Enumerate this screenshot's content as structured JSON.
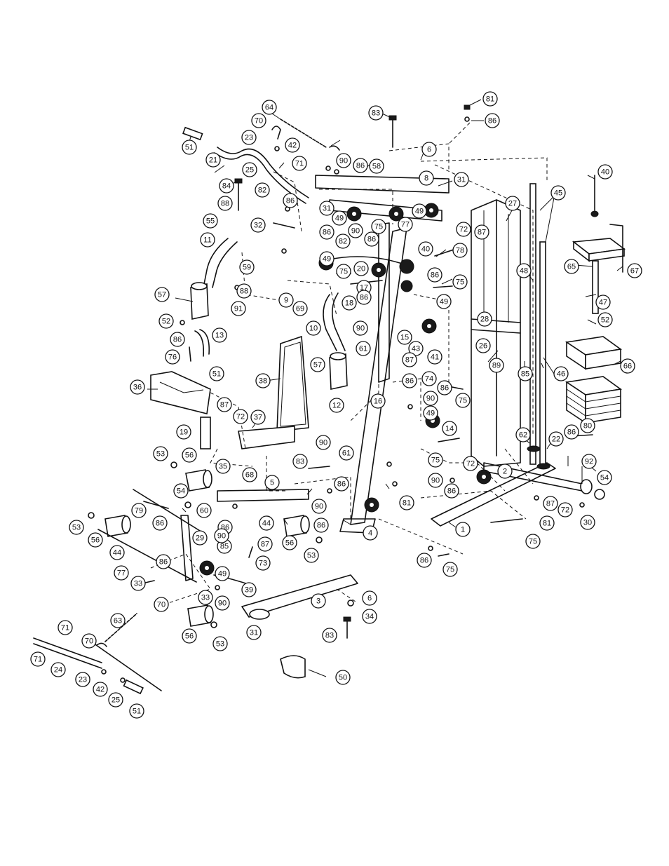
{
  "diagram": {
    "labels": [
      "81",
      "86",
      "83",
      "6",
      "70",
      "64",
      "23",
      "42",
      "21",
      "25",
      "71",
      "51",
      "90",
      "86",
      "58",
      "8",
      "31",
      "84",
      "82",
      "86",
      "31",
      "49",
      "49",
      "32",
      "88",
      "75",
      "77",
      "72",
      "87",
      "27",
      "45",
      "40",
      "55",
      "86",
      "90",
      "11",
      "86",
      "82",
      "49",
      "40",
      "78",
      "59",
      "75",
      "20",
      "86",
      "65",
      "67",
      "48",
      "17",
      "75",
      "88",
      "9",
      "69",
      "18",
      "86",
      "57",
      "91",
      "90",
      "49",
      "47",
      "52",
      "10",
      "28",
      "26",
      "52",
      "15",
      "86",
      "13",
      "43",
      "41",
      "61",
      "89",
      "85",
      "46",
      "66",
      "76",
      "57",
      "87",
      "51",
      "36",
      "38",
      "74",
      "75",
      "86",
      "86",
      "12",
      "90",
      "16",
      "87",
      "72",
      "37",
      "19",
      "90",
      "49",
      "14",
      "61",
      "83",
      "80",
      "86",
      "62",
      "22",
      "75",
      "72",
      "53",
      "56",
      "35",
      "68",
      "5",
      "2",
      "92",
      "90",
      "86",
      "54",
      "54",
      "86",
      "81",
      "60",
      "79",
      "86",
      "86",
      "90",
      "86",
      "87",
      "72",
      "30",
      "53",
      "1",
      "81",
      "75",
      "56",
      "44",
      "4",
      "86",
      "29",
      "85",
      "90",
      "56",
      "87",
      "73",
      "53",
      "75",
      "86",
      "44",
      "77",
      "33",
      "49",
      "39",
      "33",
      "90",
      "3",
      "6",
      "34",
      "70",
      "31",
      "63",
      "23",
      "71",
      "56",
      "53",
      "83",
      "70",
      "71",
      "24",
      "23",
      "42",
      "25",
      "51",
      "50"
    ]
  }
}
